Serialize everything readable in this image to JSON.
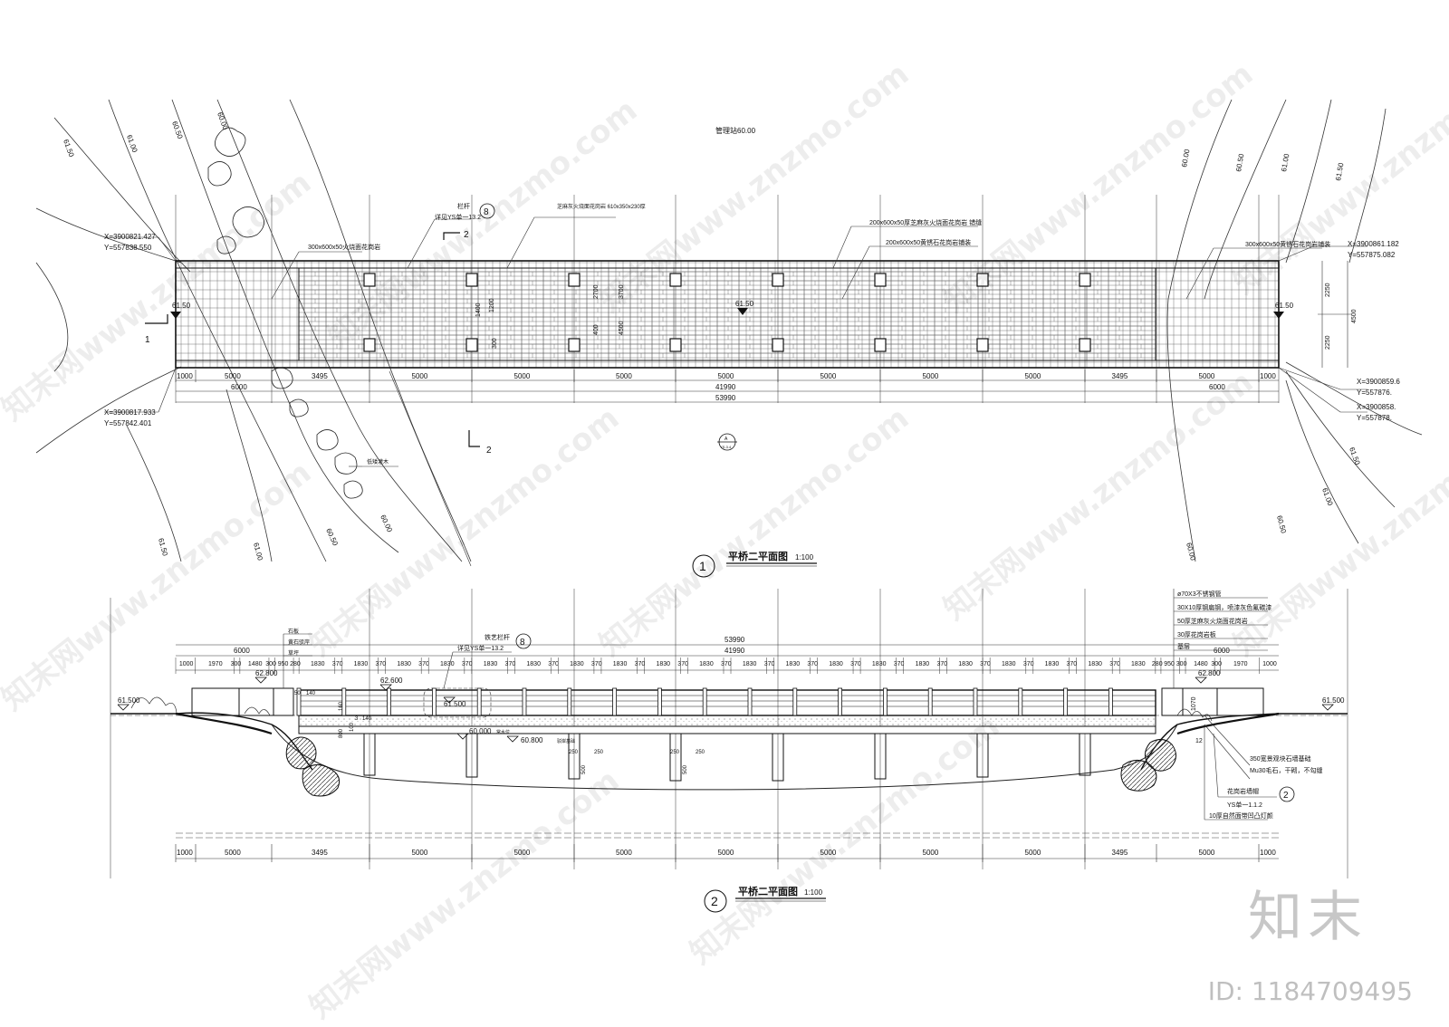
{
  "plan": {
    "title": "平桥二平面图",
    "scale": "1:100",
    "index": "1",
    "top_label": "管理站60.00",
    "callouts": [
      "300x600x50火烧面花岗岩",
      "栏杆",
      "详见YS单一13.2",
      "芝麻灰火烧面花岗岩 610x350x230厚",
      "200x600x50厚芝麻灰火烧面花岗岩 错缝",
      "200x600x50黄锈石花岗岩铺装",
      "300x600x50黄锈石花岗岩铺装",
      "低矮灌木",
      "8"
    ],
    "coords": [
      "X=3900821.427",
      "Y=557838.550",
      "X=3900817.933",
      "Y=557842.401",
      "X=3900861.182",
      "Y=557875.082",
      "X=3900859.6",
      "Y=557876.",
      "X=3900858.",
      "Y=557878."
    ],
    "elevations": [
      "61.50",
      "61.50",
      "61.50"
    ],
    "contours": [
      "61.50",
      "61.00",
      "60.50",
      "60.00",
      "60.00",
      "60.50",
      "61.00",
      "61.50",
      "61.50",
      "61.00",
      "60.50",
      "60.00",
      "60.00",
      "60.50",
      "61.00",
      "61.50"
    ],
    "dims_row1": [
      "1000",
      "5000",
      "3495",
      "5000",
      "5000",
      "5000",
      "5000",
      "5000",
      "5000",
      "5000",
      "3495",
      "5000",
      "1000"
    ],
    "dims_row2": [
      "6000",
      "41990",
      "6000"
    ],
    "dims_row3": [
      "53990"
    ],
    "dims_vertical": [
      "2250",
      "4500",
      "2250"
    ],
    "inner_dims": [
      "1400",
      "1200",
      "2700",
      "300",
      "3700",
      "400",
      "4500"
    ],
    "section_marks": [
      "1",
      "2",
      "2"
    ],
    "north_label": "A",
    "north_sub": "YS-3.4"
  },
  "elevation": {
    "title": "平桥二平面图",
    "scale": "1:100",
    "index": "2",
    "top_total": "53990",
    "top_row2": [
      "6000",
      "41990",
      "6000"
    ],
    "top_row3": [
      "1000",
      "1970",
      "300",
      "1480",
      "300",
      "950",
      "280",
      "1830",
      "370",
      "1830",
      "370",
      "1830",
      "370",
      "1830",
      "370",
      "1830",
      "370",
      "1830",
      "370",
      "1830",
      "370",
      "1830",
      "370",
      "1830",
      "370",
      "1830",
      "370",
      "1830",
      "370",
      "1830",
      "370",
      "1830",
      "370",
      "1830",
      "370",
      "1830",
      "370",
      "1830",
      "370",
      "1830",
      "370",
      "1830",
      "370",
      "1830",
      "370",
      "1830",
      "280",
      "950",
      "300",
      "1480",
      "300",
      "1970",
      "1000"
    ],
    "bottom_dims": [
      "1000",
      "5000",
      "3495",
      "5000",
      "5000",
      "5000",
      "5000",
      "5000",
      "5000",
      "5000",
      "3495",
      "5000",
      "1000"
    ],
    "left_notes": [
      "石板",
      "黄石驳岸",
      "草坪"
    ],
    "right_notes": [
      "ø70X3不锈钢管",
      "30X10厚钢扁钢，喷漆灰色氟碳漆",
      "50厚芝麻灰火烧面花岗岩",
      "30厚花岗岩板",
      "基层"
    ],
    "bottom_right_notes": [
      "350宽景观块石墙基础",
      "Mu30毛石，干砌，不勾缝",
      "花岗岩墙帽",
      "YS单一1.1.2",
      "10厚自然面带凹凸灯颜"
    ],
    "levels": [
      "61.500",
      "62.800",
      "62.600",
      "61.500",
      "60.800",
      "60.000",
      "62.800",
      "61.500"
    ],
    "level_notes": [
      "常水位",
      "驳岸基础"
    ],
    "small_dims": [
      "50",
      "140",
      "160",
      "3",
      "140",
      "800",
      "100",
      "250",
      "250",
      "500",
      "250",
      "250",
      "500",
      "1070",
      "12"
    ],
    "callout_circle": "8",
    "callout_text": [
      "铁艺栏杆",
      "详见YS单一13.2"
    ],
    "detail_circle": "2"
  },
  "watermark": {
    "texts": [
      "知末网www.znzmo.com",
      "知末网www.znzmo.com",
      "知末网www.znzmo.com",
      "知末网www.znzmo.com",
      "知末网www.znzmo.com",
      "知末网www.znzmo.com",
      "知末网www.znzmo.com",
      "知末网www.znzmo.com",
      "知末网www.znzmo.com",
      "知末网www.znzmo.com",
      "知末网www.znzmo.com",
      "知末网www.znzmo.com"
    ],
    "brand": "知末",
    "id_label": "ID: 1184709495"
  }
}
